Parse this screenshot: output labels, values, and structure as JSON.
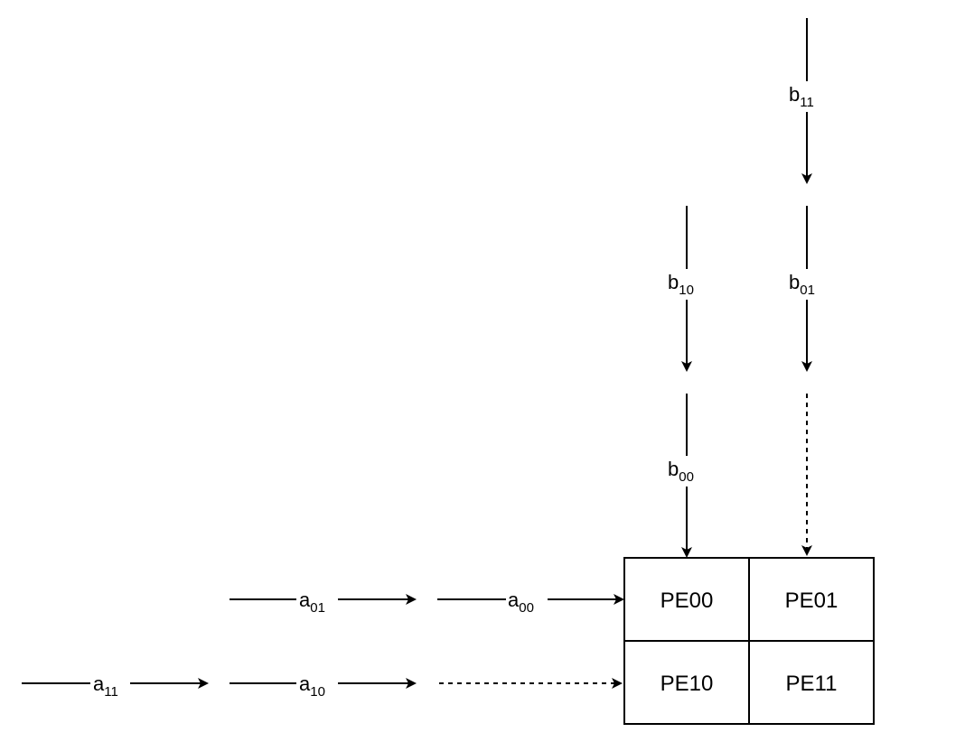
{
  "diagram": {
    "stroke_color": "#000000",
    "background": "#ffffff",
    "pe_grid": {
      "cells": [
        {
          "id": "pe00",
          "label": "PE00"
        },
        {
          "id": "pe01",
          "label": "PE01"
        },
        {
          "id": "pe10",
          "label": "PE10"
        },
        {
          "id": "pe11",
          "label": "PE11"
        }
      ]
    },
    "b_inputs": [
      {
        "id": "b11",
        "base": "b",
        "sub": "11"
      },
      {
        "id": "b10",
        "base": "b",
        "sub": "10"
      },
      {
        "id": "b01",
        "base": "b",
        "sub": "01"
      },
      {
        "id": "b00",
        "base": "b",
        "sub": "00"
      }
    ],
    "a_inputs": [
      {
        "id": "a01",
        "base": "a",
        "sub": "01"
      },
      {
        "id": "a00",
        "base": "a",
        "sub": "00"
      },
      {
        "id": "a11",
        "base": "a",
        "sub": "11"
      },
      {
        "id": "a10",
        "base": "a",
        "sub": "10"
      }
    ]
  }
}
